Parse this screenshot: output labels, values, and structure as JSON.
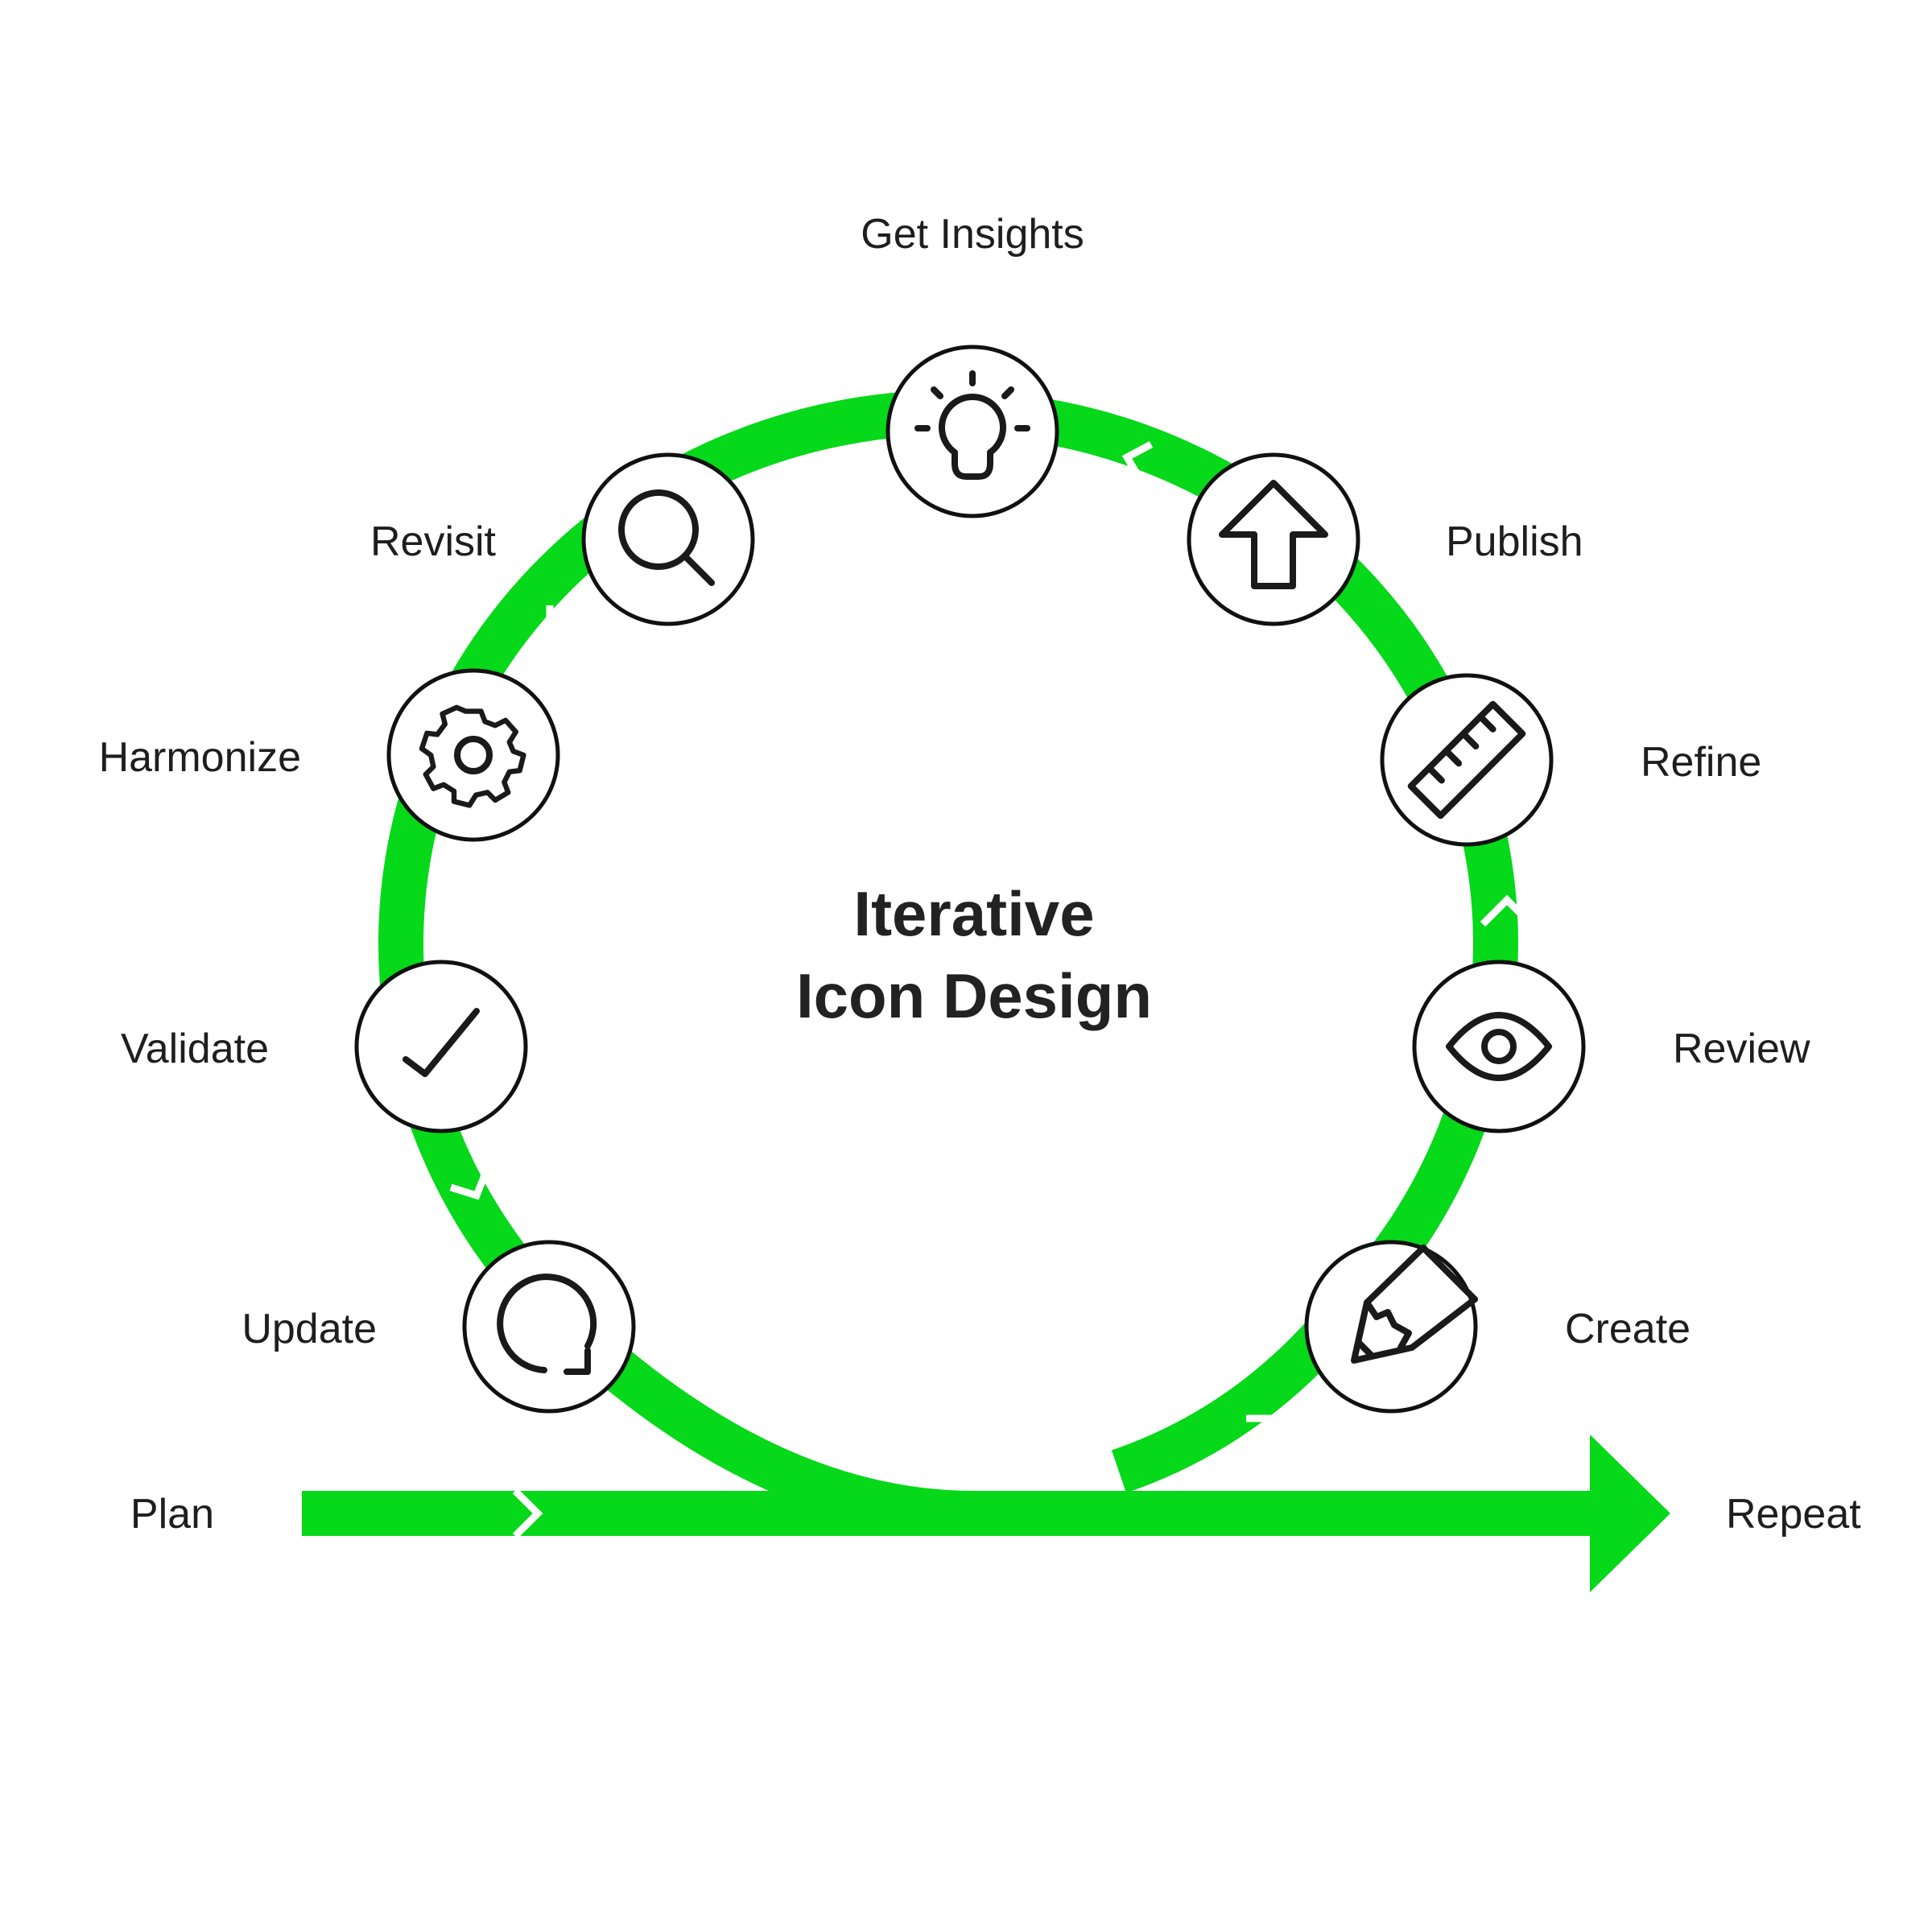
{
  "diagram": {
    "title_line1": "Iterative",
    "title_line2": "Icon Design",
    "accent_color": "#06d81a",
    "stroke_color": "#111111",
    "nodes": [
      {
        "id": "get-insights",
        "label": "Get Insights",
        "icon": "lightbulb-icon"
      },
      {
        "id": "publish",
        "label": "Publish",
        "icon": "arrow-up-icon"
      },
      {
        "id": "refine",
        "label": "Refine",
        "icon": "ruler-icon"
      },
      {
        "id": "review",
        "label": "Review",
        "icon": "eye-icon"
      },
      {
        "id": "create",
        "label": "Create",
        "icon": "pencil-icon"
      },
      {
        "id": "revisit",
        "label": "Revisit",
        "icon": "search-icon"
      },
      {
        "id": "harmonize",
        "label": "Harmonize",
        "icon": "gear-icon"
      },
      {
        "id": "validate",
        "label": "Validate",
        "icon": "checkmark-icon"
      },
      {
        "id": "update",
        "label": "Update",
        "icon": "refresh-icon"
      }
    ],
    "start_label": "Plan",
    "end_label": "Repeat"
  }
}
